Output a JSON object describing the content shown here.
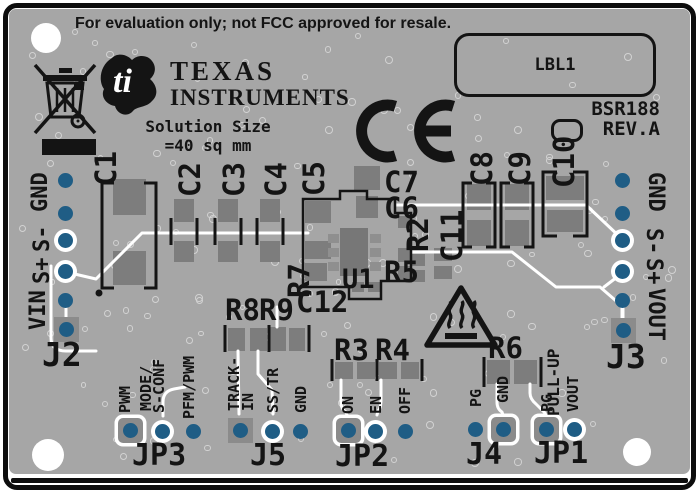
{
  "board": {
    "banner": "For evaluation only; not FCC approved for resale.",
    "label_box": "LBL1",
    "board_id": "BSR188",
    "board_rev": "REV.A",
    "logo_line1": "TEXAS",
    "logo_line2": "INSTRUMENTS",
    "logo_monogram": "ti",
    "solution_size_line1": "Solution Size",
    "solution_size_line2": "=40 sq mm",
    "ce_mark": "CE"
  },
  "colors": {
    "board": "#a6a6a6",
    "silkscreen": "#141414",
    "hole": "#1f5d85",
    "trace": "#ffffff",
    "pad": "#7d7d7d"
  },
  "icons": {
    "weee": "weee-crossed-bin-icon",
    "hot_surface": "hot-surface-warning-icon",
    "ti_logo": "ti-logo-icon",
    "ce": "ce-mark"
  },
  "components": {
    "c1": "C1",
    "c2": "C2",
    "c3": "C3",
    "c4": "C4",
    "c5": "C5",
    "c6": "C6",
    "c7": "C7",
    "c8": "C8",
    "c9": "C9",
    "c10": "C10",
    "c11": "C11",
    "c12": "C12",
    "r2": "R2",
    "r3": "R3",
    "r4": "R4",
    "r5": "R5",
    "r6": "R6",
    "r7": "R7",
    "r8": "R8",
    "r9": "R9",
    "u1": "U1",
    "r6_note": "PULL-UP"
  },
  "connectors": {
    "j2": {
      "name": "J2",
      "pins": [
        {
          "lines": [
            "GND"
          ]
        },
        {
          "lines": [
            "S-"
          ]
        },
        {
          "lines": [
            "S+"
          ]
        },
        {
          "lines": [
            "VIN"
          ]
        }
      ]
    },
    "j3": {
      "name": "J3",
      "pins": [
        {
          "lines": [
            "GND"
          ]
        },
        {
          "lines": [
            "S-"
          ]
        },
        {
          "lines": [
            "S+"
          ]
        },
        {
          "lines": [
            "VOUT"
          ]
        }
      ]
    },
    "jp3": {
      "name": "JP3",
      "pins": [
        {
          "lines": [
            "PWM"
          ]
        },
        {
          "lines": [
            "MODE/",
            "S-CONF"
          ]
        },
        {
          "lines": [
            "PFM/PWM"
          ]
        }
      ]
    },
    "j5": {
      "name": "J5",
      "pins": [
        {
          "lines": [
            "TRACK-",
            "IN"
          ]
        },
        {
          "lines": [
            "SS/TR"
          ]
        },
        {
          "lines": [
            "GND"
          ]
        }
      ]
    },
    "jp2": {
      "name": "JP2",
      "pins": [
        {
          "lines": [
            "ON"
          ]
        },
        {
          "lines": [
            "EN"
          ]
        },
        {
          "lines": [
            "OFF"
          ]
        }
      ]
    },
    "j4": {
      "name": "J4",
      "pins": [
        {
          "lines": [
            "PG"
          ]
        },
        {
          "lines": [
            "GND"
          ]
        }
      ]
    },
    "jp1": {
      "name": "JP1",
      "pins": [
        {
          "lines": [
            "PG"
          ]
        },
        {
          "lines": [
            "VOUT"
          ]
        }
      ]
    }
  }
}
